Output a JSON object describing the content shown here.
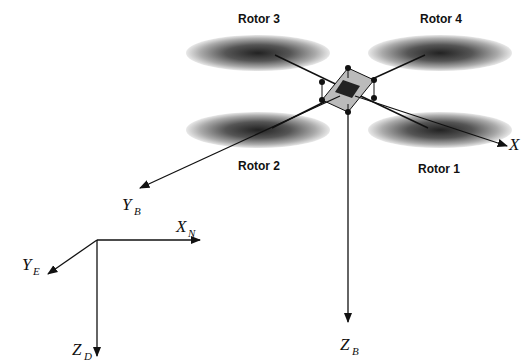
{
  "diagram": {
    "labels": [
      "Rotor 3",
      "Rotor 4",
      "Rotor 2",
      "Rotor 1",
      "X",
      "Y",
      "B",
      "Z",
      "B",
      "Y",
      "E",
      "X",
      "N",
      "Z",
      "D"
    ]
  }
}
